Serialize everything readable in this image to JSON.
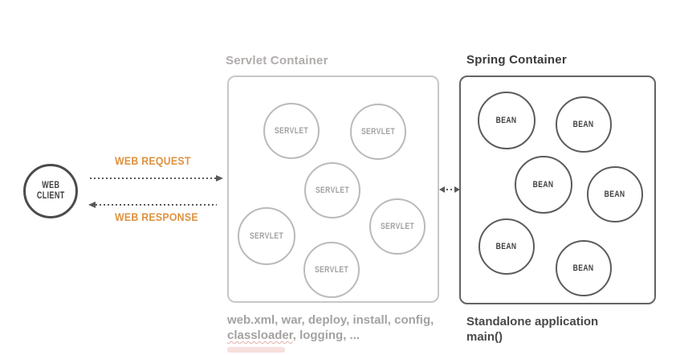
{
  "diagram": {
    "web_client": {
      "line1": "WEB",
      "line2": "CLIENT"
    },
    "flow": {
      "request_label": "WEB REQUEST",
      "response_label": "WEB RESPONSE"
    },
    "servlet_container": {
      "title": "Servlet Container",
      "nodes": [
        {
          "label": "SERVLET"
        },
        {
          "label": "SERVLET"
        },
        {
          "label": "SERVLET"
        },
        {
          "label": "SERVLET"
        },
        {
          "label": "SERVLET"
        },
        {
          "label": "SERVLET"
        }
      ],
      "caption_line1": "web.xml, war, deploy, install, config,",
      "caption_line2_underlined_word": "classloader",
      "caption_line2_rest": ", logging, ..."
    },
    "spring_container": {
      "title": "Spring Container",
      "nodes": [
        {
          "label": "BEAN"
        },
        {
          "label": "BEAN"
        },
        {
          "label": "BEAN"
        },
        {
          "label": "BEAN"
        },
        {
          "label": "BEAN"
        },
        {
          "label": "BEAN"
        }
      ],
      "caption_line1": "Standalone application",
      "caption_line2": "main()"
    },
    "colors": {
      "accent_orange": "#df9240",
      "light_gray_border": "#bcbab8",
      "light_gray_text": "#a5a2a1",
      "dark_border": "#5d5b59",
      "dark_text": "#3f3d3c",
      "arrow_gray": "#5a5856"
    }
  }
}
